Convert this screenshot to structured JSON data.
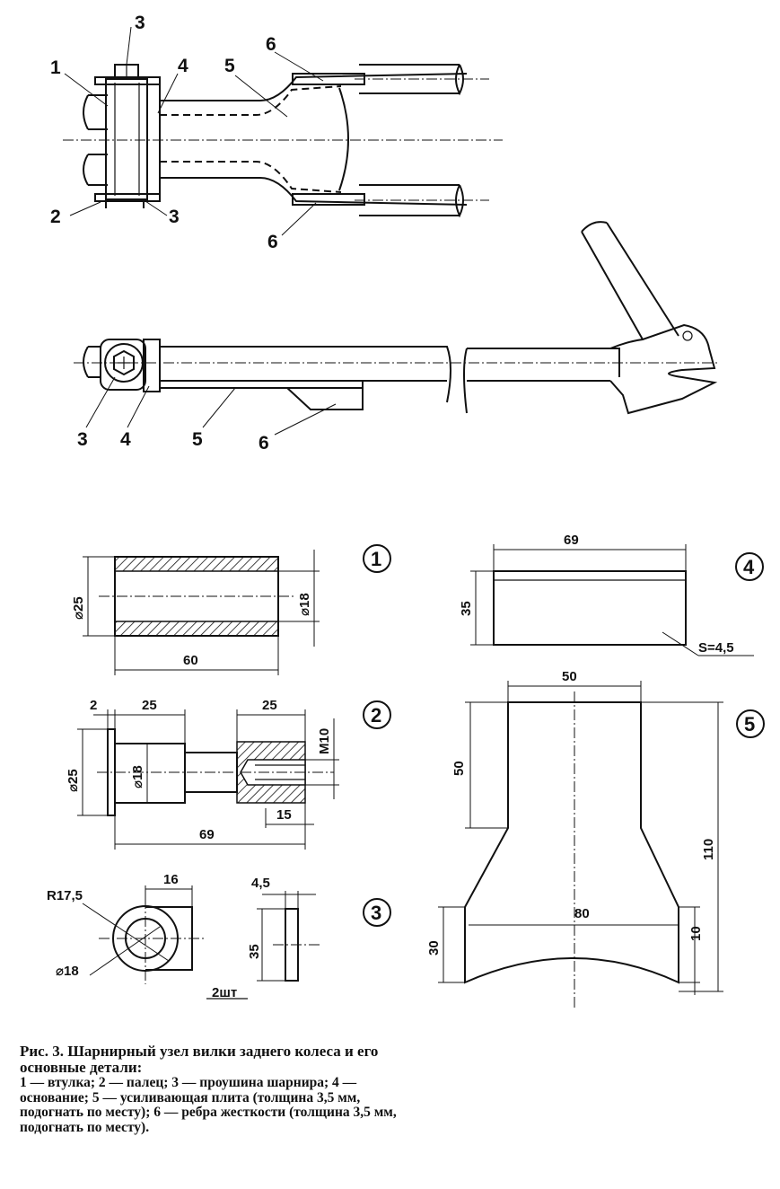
{
  "callouts": {
    "top": [
      "3",
      "1",
      "4",
      "5",
      "6",
      "2",
      "3",
      "6"
    ],
    "side": [
      "3",
      "4",
      "5",
      "6"
    ]
  },
  "part_numbers": [
    "1",
    "2",
    "3",
    "4",
    "5"
  ],
  "dimensions": {
    "part1": {
      "outer_dia": "⌀25",
      "inner_dia": "⌀18",
      "length": "60"
    },
    "part2": {
      "flange": "2",
      "head": "25",
      "thread_len": "25",
      "thread": "M10",
      "dia_flange": "⌀25",
      "dia_shaft": "⌀18",
      "hole_depth": "15",
      "total": "69"
    },
    "part3": {
      "radius": "R17,5",
      "width": "16",
      "thickness": "4,5",
      "hole": "⌀18",
      "height": "35",
      "qty": "2шт"
    },
    "part4": {
      "width": "69",
      "height": "35",
      "thickness": "S=4,5"
    },
    "part5": {
      "top_width": "50",
      "top_height": "50",
      "total_height": "110",
      "bottom_width": "80",
      "side_height": "30",
      "arc_depth": "10"
    }
  },
  "caption": {
    "title": "Рис. 3. Шарнирный узел вилки заднего колеса и его основные детали:",
    "legend": "1 — втулка; 2 — палец; 3 — проушина шарнира; 4 — основание; 5 — усиливающая плита (толщина 3,5 мм, подогнать по месту); 6 — ребра жесткости (толщина 3,5 мм, подогнать по месту)."
  }
}
